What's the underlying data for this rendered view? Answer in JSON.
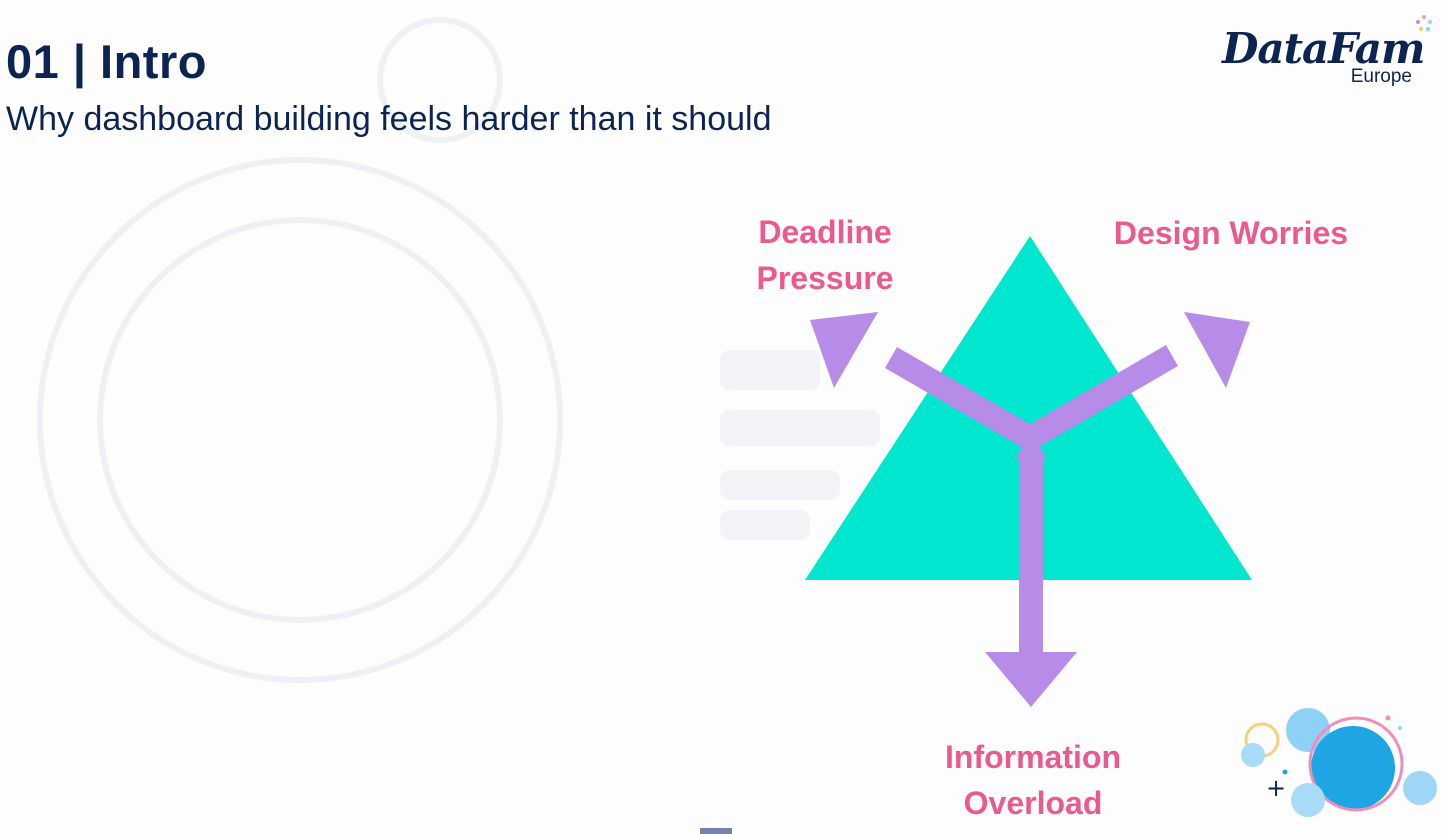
{
  "slide": {
    "title": "01 | Intro",
    "subtitle": "Why dashboard building feels harder than it should"
  },
  "logo": {
    "main": "DataFam",
    "sub": "Europe"
  },
  "diagram": {
    "labels": {
      "top_left": [
        "Deadline",
        "Pressure"
      ],
      "top_right": "Design Worries",
      "bottom": [
        "Information",
        "Overload"
      ]
    },
    "colors": {
      "triangle": "#00e6cf",
      "arrows": "#b78be8",
      "labels": "#ea5a8e",
      "title": "#0b2452"
    }
  },
  "icons": {
    "corner": "sparkle-dots-icon",
    "decoration": "bubbles-icon"
  }
}
